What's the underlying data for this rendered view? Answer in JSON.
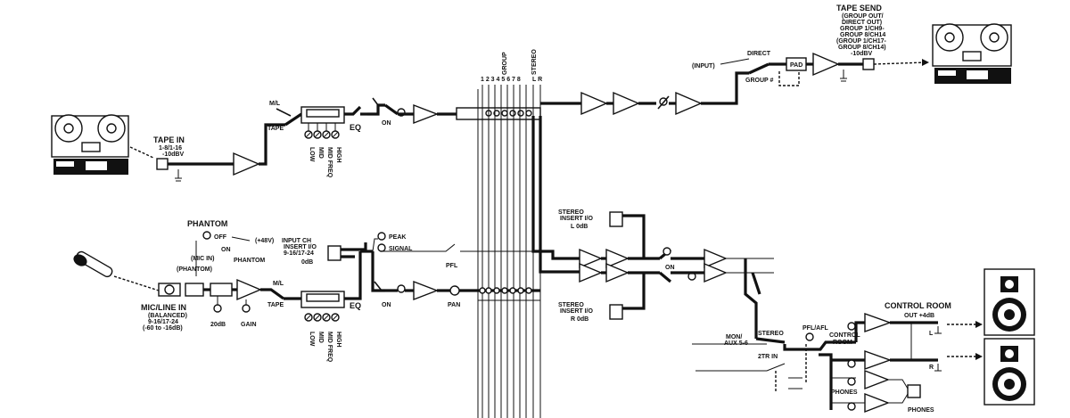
{
  "labels": {
    "tape_send": "TAPE SEND",
    "tape_send_detail": [
      "(GROUP OUT/",
      "DIRECT OUT)",
      "GROUP 1/CH9-",
      "GROUP 8/CH14",
      "(GROUP 1/CH17-",
      "GROUP 8/CH14)",
      "-10dBV"
    ],
    "direct": "DIRECT",
    "input": "(INPUT)",
    "group": "GROUP",
    "group_num": "GROUP #",
    "pad": "PAD",
    "stereo": "STEREO",
    "bus_numbers": "1 2 3 4 5 6 7 8",
    "lr": "L R",
    "tape_in": "TAPE IN",
    "tape_in_detail": [
      "1-8/1-16",
      "-10dBV"
    ],
    "ml": "M/L",
    "tape": "TAPE",
    "eq": "EQ",
    "on": "ON",
    "eq_knobs": [
      "LOW",
      "MID",
      "MID FREQ",
      "HIGH"
    ],
    "phantom": "PHANTOM",
    "off": "OFF",
    "plus48v": "(+48V)",
    "mic_in": "(MIC IN)",
    "phantom_paren": "(PHANTOM)",
    "input_ch_insert": [
      "INPUT CH",
      "INSERT I/O",
      "9-16/17-24",
      "0dB"
    ],
    "peak": "PEAK",
    "signal": "SIGNAL",
    "pfl": "PFL",
    "pan": "PAN",
    "mic_line_in": "MIC/LINE IN",
    "mic_line_detail": [
      "(BALANCED)",
      "9-16/17-24",
      "(-60 to -16dB)"
    ],
    "twenty_db": "20dB",
    "gain": "GAIN",
    "stereo_insert_l": [
      "STEREO",
      "INSERT I/O",
      "L 0dB"
    ],
    "stereo_insert_r": [
      "STEREO",
      "INSERT I/O",
      "R 0dB"
    ],
    "control_room_out": [
      "CONTROL ROOM",
      "OUT +4dB"
    ],
    "mon_aux": [
      "MON/",
      "AUX 5-6"
    ],
    "two_tr_in": "2TR IN",
    "pfl_afl": "PFL/AFL",
    "control_room": [
      "CONTROL",
      "ROOM"
    ],
    "phones": "PHONES",
    "l": "L",
    "r": "R"
  }
}
